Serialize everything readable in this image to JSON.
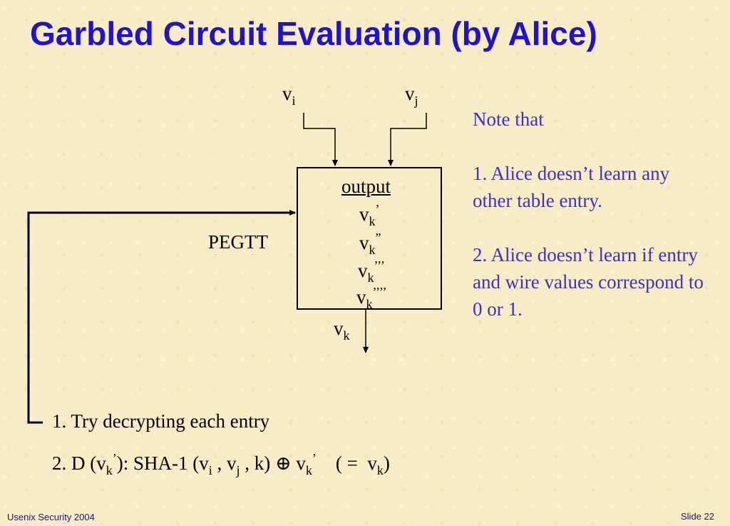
{
  "slide": {
    "title": "Garbled Circuit Evaluation (by Alice)",
    "footer_left": "Usenix Security 2004",
    "footer_right": "Slide 22"
  },
  "diagram": {
    "input_left": {
      "base": "v",
      "sub": "i"
    },
    "input_right": {
      "base": "v",
      "sub": "j"
    },
    "table_label": "PEGTT",
    "output_header": "output",
    "entries": [
      {
        "base": "v",
        "sub": "k",
        "sup": "’"
      },
      {
        "base": "v",
        "sub": "k",
        "sup": "”"
      },
      {
        "base": "v",
        "sub": "k",
        "sup": "’’’"
      },
      {
        "base": "v",
        "sub": "k",
        "sup": "’’’’"
      }
    ],
    "output_wire": {
      "base": "v",
      "sub": "k"
    }
  },
  "notes": {
    "heading": "Note that",
    "point1": "1. Alice doesn’t learn any other table entry.",
    "point2": "2. Alice doesn’t learn if entry and wire values correspond to 0 or 1."
  },
  "steps": {
    "step1": "1. Try decrypting each entry",
    "step2": {
      "prefix": "2. D (v",
      "sub1": "k",
      "sup1": "’",
      "mid1": "): SHA-1 (v",
      "sub_i": "i",
      "comma1": " , v",
      "sub_j": "j",
      "mid2": " , k) ⊕ v",
      "sub2": "k",
      "sup2": "’",
      "mid3": "    ( =  v",
      "sub3": "k",
      "end": ")"
    }
  }
}
